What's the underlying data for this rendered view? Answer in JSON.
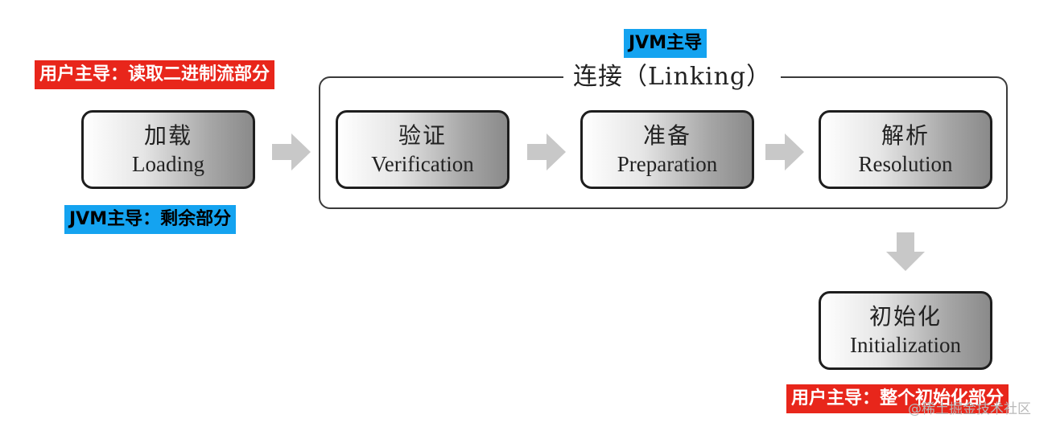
{
  "linking": {
    "title": "连接（Linking）"
  },
  "phases": {
    "loading": {
      "cn": "加载",
      "en": "Loading"
    },
    "verification": {
      "cn": "验证",
      "en": "Verification"
    },
    "preparation": {
      "cn": "准备",
      "en": "Preparation"
    },
    "resolution": {
      "cn": "解析",
      "en": "Resolution"
    },
    "initialization": {
      "cn": "初始化",
      "en": "Initialization"
    }
  },
  "tags": {
    "user_read_binary": "用户主导：读取二进制流部分",
    "jvm_rest": "JVM主导：剩余部分",
    "jvm_linking": "JVM主导",
    "user_init": "用户主导：整个初始化部分"
  },
  "colors": {
    "red_tag": "#e8261b",
    "blue_tag": "#14a3f0",
    "arrow": "#c8c8c8",
    "frame": "#3a3a3a"
  },
  "watermark": "@稀土掘金技术社区"
}
